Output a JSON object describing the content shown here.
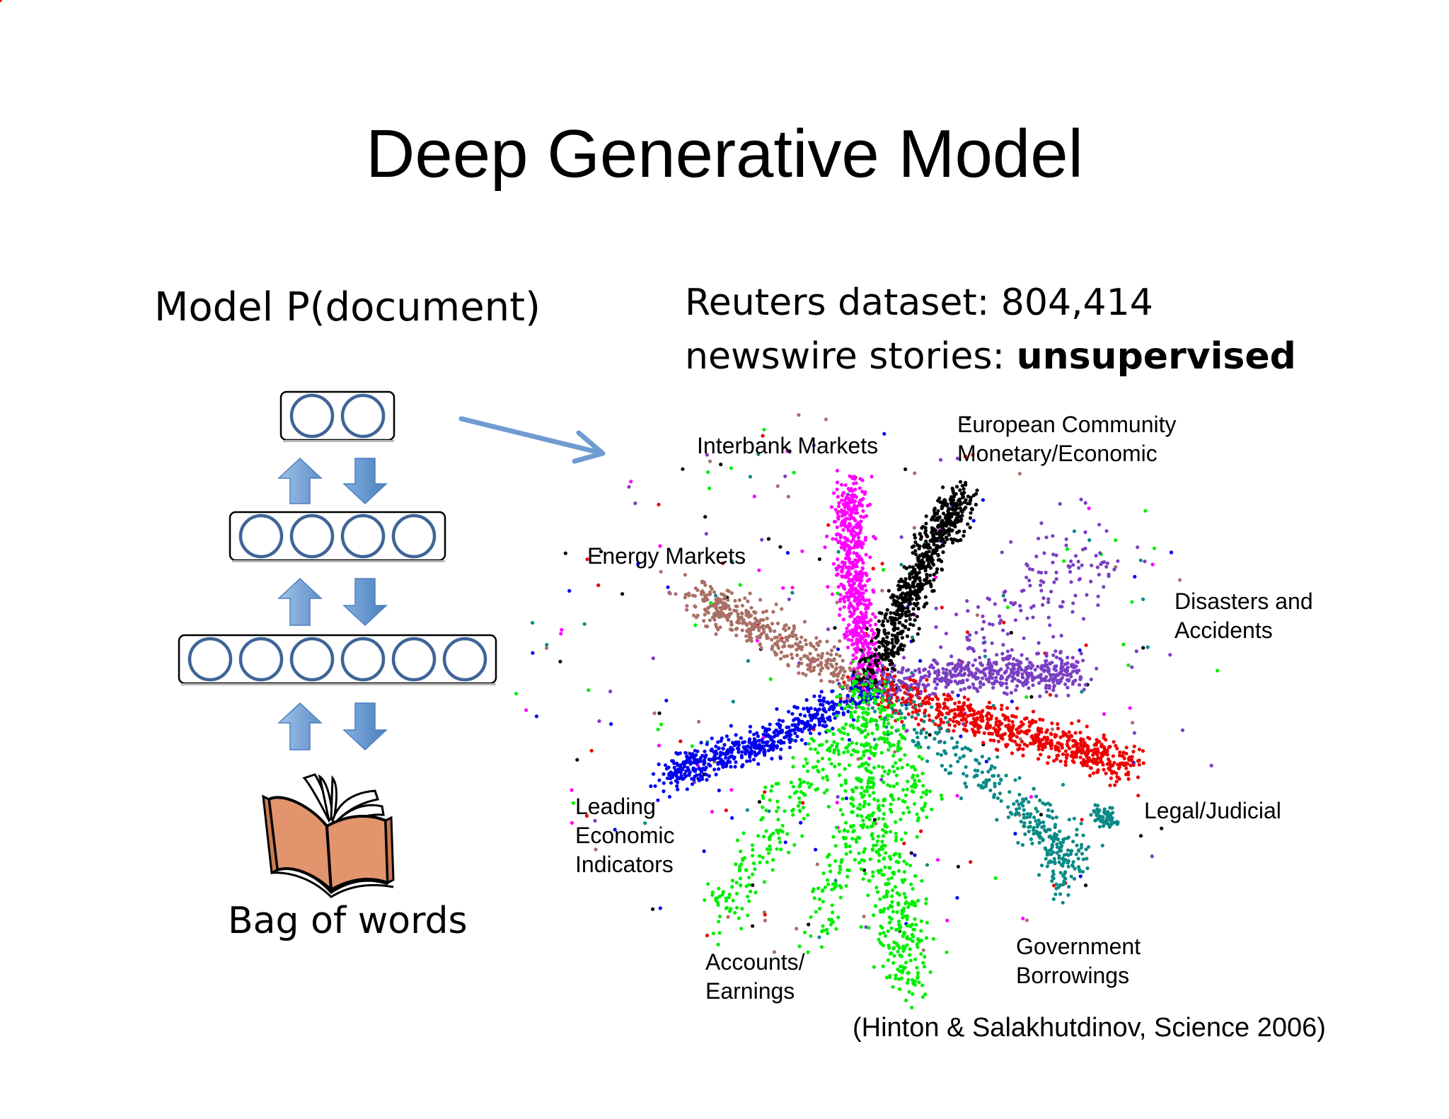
{
  "slide": {
    "title": "Deep Generative Model",
    "model_label": "Model P(document)",
    "dataset_line1": "Reuters dataset: 804,414",
    "dataset_line2_prefix": "newswire stories: ",
    "dataset_line2_bold": "unsupervised",
    "bag_label": "Bag of words",
    "citation": "(Hinton & Salakhutdinov, Science 2006)"
  },
  "network": {
    "layers": [
      {
        "units": 2
      },
      {
        "units": 4
      },
      {
        "units": 6
      }
    ]
  },
  "clusters": [
    {
      "key": "interbank",
      "label": "Interbank Markets",
      "color": "#ff00ff"
    },
    {
      "key": "european",
      "label": "European Community\nMonetary/Economic",
      "color": "#000000"
    },
    {
      "key": "energy",
      "label": "Energy Markets",
      "color": "#a97066"
    },
    {
      "key": "disasters",
      "label": "Disasters and\nAccidents",
      "color": "#7b3fc4"
    },
    {
      "key": "leading",
      "label": "Leading\nEconomic\nIndicators",
      "color": "#0000ee"
    },
    {
      "key": "legal",
      "label": "Legal/Judicial",
      "color": "#ee0000"
    },
    {
      "key": "accounts",
      "label": "Accounts/\nEarnings",
      "color": "#00ee00"
    },
    {
      "key": "government",
      "label": "Government\nBorrowings",
      "color": "#0a8a86"
    }
  ],
  "colors": {
    "arrow": "#6f9bd0",
    "unit_ring": "#3f6596",
    "book": "#e2956d"
  }
}
